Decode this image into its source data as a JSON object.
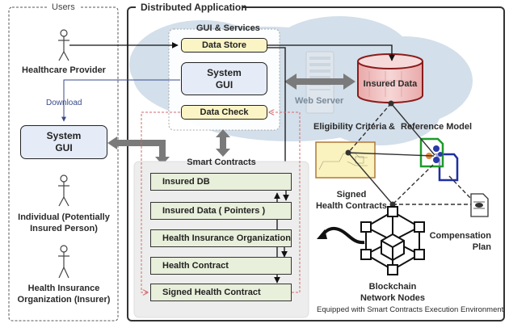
{
  "users": {
    "title": "Users",
    "actors": [
      {
        "label": "Healthcare Provider"
      },
      {
        "label_line1": "Individual (Potentially",
        "label_line2": "Insured Person)"
      },
      {
        "label_line1": "Health Insurance",
        "label_line2": "Organization (Insurer)"
      }
    ],
    "download_label": "Download",
    "system_gui": {
      "line1": "System",
      "line2": "GUI"
    }
  },
  "app": {
    "title": "Distributed Application",
    "gui_services": {
      "title": "GUI & Services",
      "data_store": "Data Store",
      "system_gui_line1": "System",
      "system_gui_line2": "GUI",
      "data_check": "Data Check"
    },
    "web_server_label": "Web Server",
    "insured_data_label": "Insured Data",
    "smart_contracts": {
      "title": "Smart Contracts",
      "items": [
        "Insured DB",
        "Insured Data ( Pointers )",
        "Health Insurance Organization",
        "Health Contract",
        "Signed Health Contract"
      ]
    },
    "eligibility_label": "Eligibility Criteria",
    "ampersand": "&",
    "reference_model_label": "Reference Model",
    "signed_contracts": {
      "line1": "Signed",
      "line2": "Health Contracts"
    },
    "compensation": {
      "line1": "Compensation",
      "line2": "Plan"
    },
    "blockchain": {
      "line1": "Blockchain",
      "line2": "Network Nodes"
    },
    "footer": "Equipped with Smart Contracts Execution Environment"
  },
  "colors": {
    "cloud": "#d3dfea",
    "yellow_box": "#fbf5c6",
    "gui_box": "#e6ecf7",
    "green_box": "#e8efda",
    "db_fill": "#f2c4c4",
    "db_stroke": "#8a1c1c",
    "dashed_red": "#d46a6a",
    "download_blue": "#3a4a8a"
  }
}
